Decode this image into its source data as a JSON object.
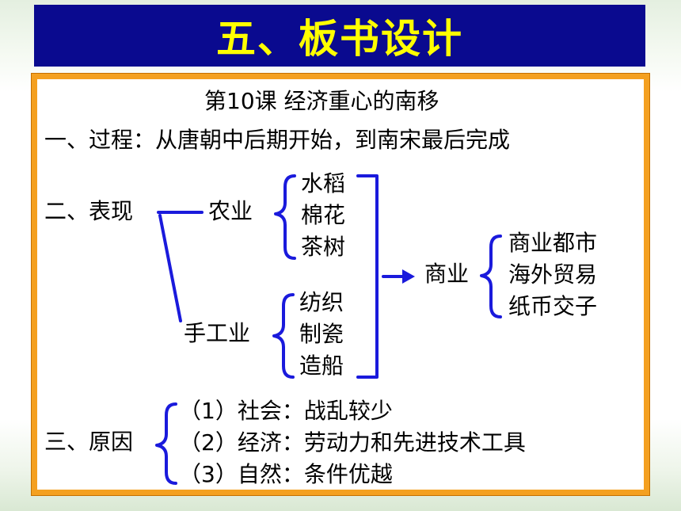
{
  "title": "五、板书设计",
  "lesson_title": "第10课 经济重心的南移",
  "section1": "一、过程：从唐朝中后期开始，到南宋最后完成",
  "section2": {
    "label": "二、表现",
    "agriculture": {
      "label": "农业",
      "items": [
        "水稻",
        "棉花",
        "茶树"
      ]
    },
    "handicraft": {
      "label": "手工业",
      "items": [
        "纺织",
        "制瓷",
        "造船"
      ]
    },
    "commerce": {
      "label": "商业",
      "items": [
        "商业都市",
        "海外贸易",
        "纸币交子"
      ]
    }
  },
  "section3": {
    "label": "三、原因",
    "items": [
      "（1）社会：战乱较少",
      "（2）经济：劳动力和先进技术工具",
      "（3）自然：条件优越"
    ]
  },
  "colors": {
    "title_bg": "#0a0a8f",
    "title_text": "#ffff00",
    "border": "#f4a020",
    "diagram": "#1a1adc"
  }
}
